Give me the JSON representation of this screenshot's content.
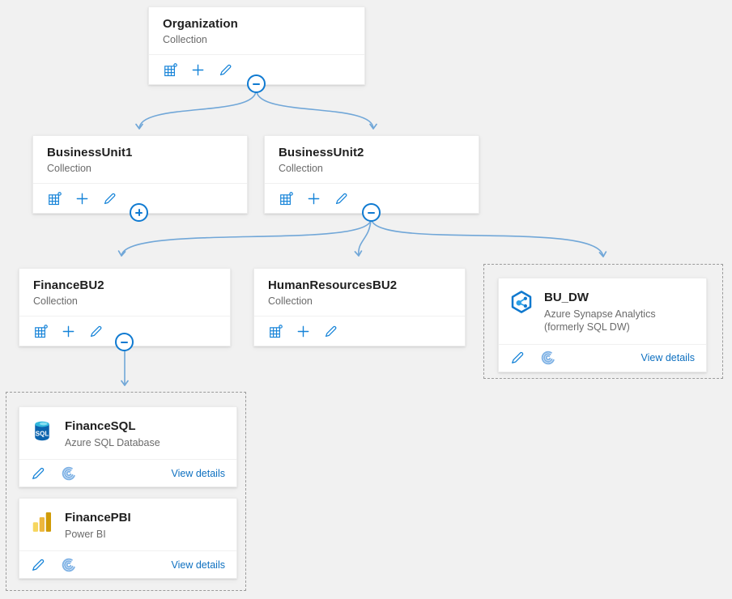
{
  "diagram_name": "collection-hierarchy",
  "colors": {
    "canvas_background": "#f1f1f1",
    "card_background": "#ffffff",
    "accent_blue": "#0f7ad1",
    "connector_blue": "#71a7d8",
    "link_blue": "#0e70c0",
    "title_text": "#1f1f1f",
    "subtitle_text": "#6a6a6a",
    "dashed_border": "#9b9b9b",
    "scan_icon_blue": "#7fb2e5",
    "powerbi_gold_light": "#f6d65f",
    "powerbi_gold_mid": "#edb73d",
    "powerbi_gold_dark": "#d09b07",
    "sql_cylinder_blue": "#0c64ae",
    "sql_top_cyan": "#31b8dd",
    "synapse_blue": "#1179ce"
  },
  "collections": {
    "organization": {
      "title": "Organization",
      "type_label": "Collection",
      "expander": "minus"
    },
    "businessUnit1": {
      "title": "BusinessUnit1",
      "type_label": "Collection",
      "expander": "plus"
    },
    "businessUnit2": {
      "title": "BusinessUnit2",
      "type_label": "Collection",
      "expander": "minus"
    },
    "financeBU2": {
      "title": "FinanceBU2",
      "type_label": "Collection",
      "expander": "minus"
    },
    "humanResourcesBU2": {
      "title": "HumanResourcesBU2",
      "type_label": "Collection",
      "expander": "none"
    }
  },
  "assets": {
    "buDW": {
      "title": "BU_DW",
      "type_label": "Azure Synapse Analytics (formerly SQL DW)",
      "icon": "azure-synapse-analytics-icon",
      "view_details_label": "View details"
    },
    "financeSQL": {
      "title": "FinanceSQL",
      "type_label": "Azure SQL Database",
      "icon": "azure-sql-database-icon",
      "view_details_label": "View details"
    },
    "financePBI": {
      "title": "FinancePBI",
      "type_label": "Power BI",
      "icon": "power-bi-icon",
      "view_details_label": "View details"
    }
  },
  "collection_toolbar_icons": [
    "role-assignments-icon",
    "add-collection-icon",
    "edit-collection-icon"
  ],
  "asset_footer_icons": [
    "edit-asset-icon",
    "scan-icon"
  ],
  "connections": [
    {
      "from": "organization",
      "to": "businessUnit1"
    },
    {
      "from": "organization",
      "to": "businessUnit2"
    },
    {
      "from": "businessUnit2",
      "to": "financeBU2"
    },
    {
      "from": "businessUnit2",
      "to": "humanResourcesBU2"
    },
    {
      "from": "businessUnit2",
      "to": "buDW"
    },
    {
      "from": "financeBU2",
      "to": "financeSQL-financePBI-group"
    }
  ]
}
